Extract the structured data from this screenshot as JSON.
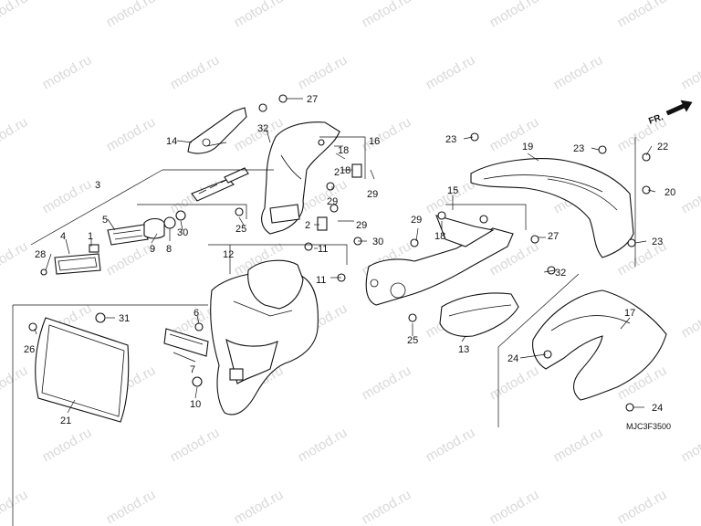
{
  "watermark": "motod.ru",
  "diagram_code": "MJC3F3500",
  "direction": "FR.",
  "callouts": [
    "1",
    "2",
    "3",
    "4",
    "5",
    "6",
    "7",
    "8",
    "9",
    "10",
    "11",
    "12",
    "13",
    "14",
    "15",
    "16",
    "17",
    "18",
    "19",
    "20",
    "21",
    "22",
    "23",
    "24",
    "25",
    "26",
    "27",
    "28",
    "29",
    "30",
    "31",
    "32"
  ]
}
